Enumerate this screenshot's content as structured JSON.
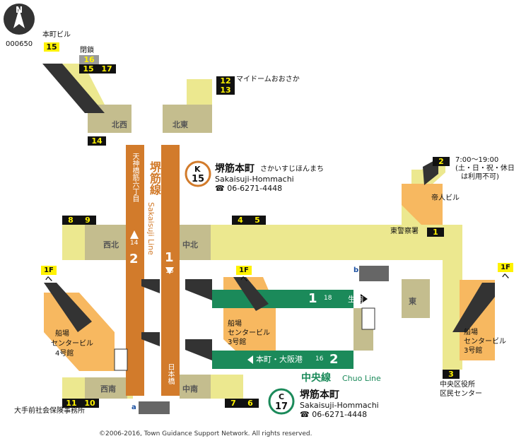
{
  "map_id": "000650",
  "north_label": "N",
  "copyright": "©2006-2016, Town Guidance Support Network. All rights reserved.",
  "stations": [
    {
      "code_letter": "K",
      "code_number": "15",
      "name": "堺筋本町",
      "kana": "さかいすじほんまち",
      "romaji": "Sakaisuji-Hommachi",
      "phone": "☎ 06-6271-4448",
      "color": "#d27b2b"
    },
    {
      "code_letter": "C",
      "code_number": "17",
      "name": "堺筋本町",
      "kana": "",
      "romaji": "Sakaisuji-Hommachi",
      "phone": "☎ 06-6271-4448",
      "color": "#1b8a5a"
    }
  ],
  "lines": {
    "sakaisuji_name_jp": "堺筋線",
    "sakaisuji_name_en": "Sakaisuji Line",
    "chuo_name_jp": "中央線",
    "chuo_name_en": "Chuo Line",
    "platform_2_dir": "天神橋筋六丁目",
    "platform_1_dir": "日本橋",
    "chuo_1_dir": "生駒",
    "chuo_2_dir": "本町・大阪港",
    "platform_2_num": "2",
    "platform_1_num": "1",
    "chuo_1_num": "1",
    "chuo_2_num": "2",
    "track_14": "14",
    "track_16": "16",
    "track_18": "18",
    "track_16b": "16"
  },
  "zones": {
    "hokusei": "北西",
    "hokuto": "北東",
    "seihoku": "西北",
    "chuhoku": "中北",
    "seinan": "西南",
    "chunan": "中南",
    "higashi": "東"
  },
  "exits": {
    "e15a": "15",
    "e16": "16",
    "e15b": "15",
    "e17": "17",
    "e14": "14",
    "e12": "12",
    "e13": "13",
    "e2": "2",
    "e1": "1",
    "e8": "8",
    "e9": "9",
    "e4": "4",
    "e5": "5",
    "e11": "11",
    "e10": "10",
    "e7": "7",
    "e6": "6",
    "e3": "3"
  },
  "labels": {
    "hommachi_bldg": "本町ビル",
    "closed": "閉鎖",
    "mydome": "マイドームおおさか",
    "hours": "7:00〜19:00",
    "hours_note1": "(土・日・祝・休日",
    "hours_note2": "は利用不可)",
    "teijin": "帝人ビル",
    "police": "東警察署",
    "funaba_4_1": "船場",
    "funaba_4_2": "センタービル",
    "funaba_4_3": "4号館",
    "funaba_3_1": "船場",
    "funaba_3_2": "センタービル",
    "funaba_3_3": "3号館",
    "funaba_3r_1": "船場",
    "funaba_3r_2": "センタービル",
    "funaba_3r_3": "3号館",
    "chuoku": "中央区役所",
    "kumin": "区民センター",
    "otemae": "大手前社会保険事務所",
    "to_1f": "1Fへ",
    "elev_a": "a",
    "elev_b": "b"
  },
  "colors": {
    "corridor": "#ece88f",
    "bldg": "#f7b860",
    "sakaisuji": "#d27b2b",
    "chuo": "#1b8a5a",
    "zone_gray": "#c4bd8e"
  }
}
